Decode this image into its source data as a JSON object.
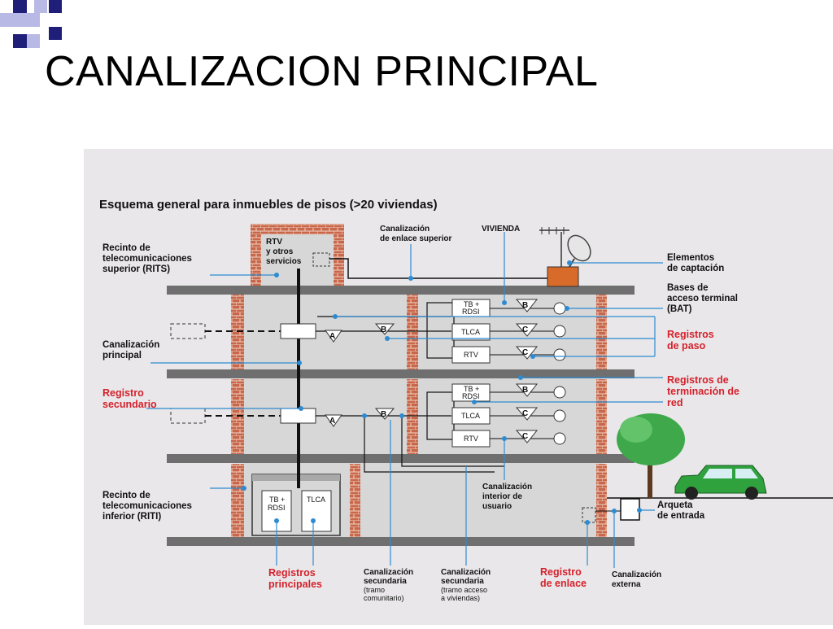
{
  "slide": {
    "title": "CANALIZACION PRINCIPAL",
    "accent_colors": {
      "navy": "#1f1f7a",
      "lavender": "#b9b9e6",
      "label_red": "#d5212b",
      "brick": "#c8674a",
      "floor": "#6f6f6f",
      "building": "#d8d7d7"
    }
  },
  "diagram": {
    "heading": "Esquema general para inmuebles de pisos (>20 viviendas)",
    "labels": {
      "rits": [
        "Recinto de",
        "telecomunicaciones",
        "superior (RITS)"
      ],
      "enlace_superior": [
        "Canalización",
        "de enlace superior"
      ],
      "vivienda": "VIVIENDA",
      "captacion": [
        "Elementos",
        "de captación"
      ],
      "bat": [
        "Bases de",
        "acceso terminal",
        "(BAT)"
      ],
      "registros_paso": [
        "Registros",
        "de paso"
      ],
      "canal_principal": [
        "Canalización",
        "principal"
      ],
      "registro_secundario": [
        "Registro",
        "secundario"
      ],
      "terminacion_red": [
        "Registros de",
        "terminación de",
        "red"
      ],
      "canal_interior": [
        "Canalización",
        "interior de",
        "usuario"
      ],
      "riti": [
        "Recinto de",
        "telecomunicaciones",
        "inferior (RITI)"
      ],
      "arqueta": [
        "Arqueta",
        "de entrada"
      ],
      "registros_principales": [
        "Registros",
        "principales"
      ],
      "secundaria_comunitario": [
        "Canalización",
        "secundaria",
        "(tramo",
        "comunitario)"
      ],
      "secundaria_acceso": [
        "Canalización",
        "secundaria",
        "(tramo acceso",
        "a viviendas)"
      ],
      "registro_enlace": [
        "Registro",
        "de enlace"
      ],
      "canal_externa": [
        "Canalización",
        "externa"
      ]
    },
    "rits_box": [
      "RTV",
      "y otros",
      "servicios"
    ],
    "riti_boxes": {
      "tb": [
        "TB +",
        "RDSI"
      ],
      "tlca": "TLCA"
    },
    "dwelling_boxes": {
      "tb": [
        "TB +",
        "RDSI"
      ],
      "tlca": "TLCA",
      "rtv": "RTV"
    },
    "markers": {
      "a": "A",
      "b": "B",
      "c": "C"
    }
  }
}
